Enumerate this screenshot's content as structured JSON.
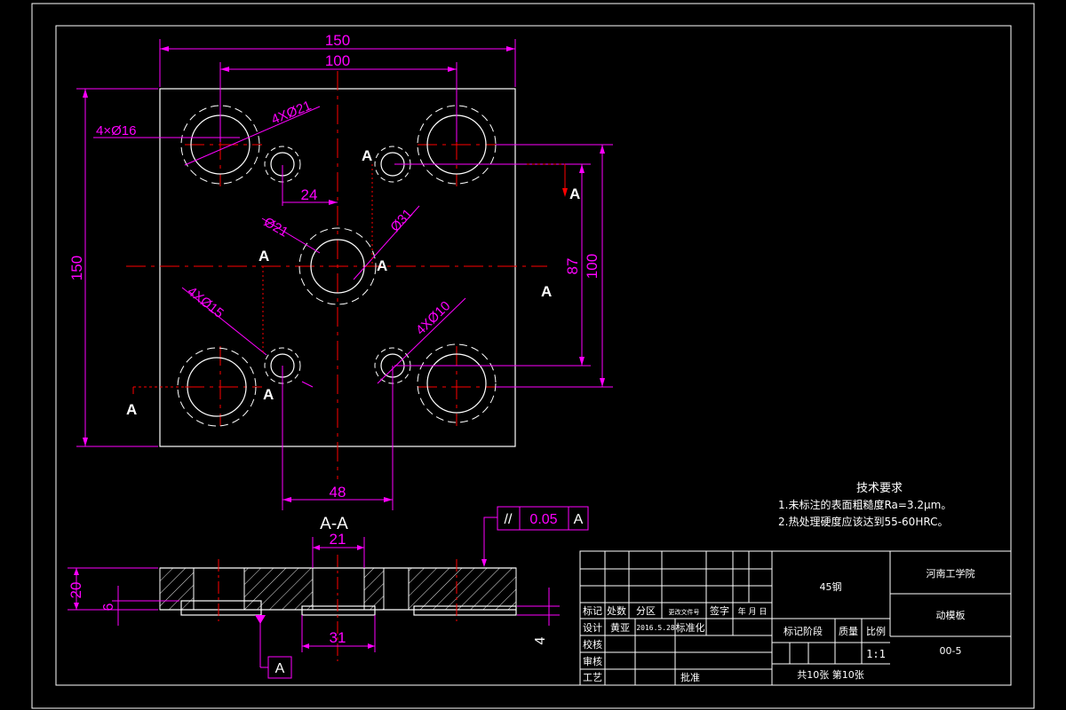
{
  "dimensions": {
    "overall_width": "150",
    "hole_spacing_x": "100",
    "overall_height": "150",
    "hole_spacing_y": "100",
    "inner_spacing_y": "87",
    "top_offset": "24",
    "bottom_spacing": "48",
    "callout_4x16": "4×Ø16",
    "callout_4x21": "4XØ21",
    "callout_d21": "Ø21",
    "callout_d31": "Ø31",
    "callout_4x15": "4XØ15",
    "callout_4x10": "4XØ10",
    "section_21": "21",
    "section_31": "31",
    "section_20": "20",
    "section_6": "6",
    "section_4": "4"
  },
  "section": {
    "label": "A-A",
    "marker": "A",
    "tolerance_symbol": "//",
    "tolerance_value": "0.05",
    "datum": "A"
  },
  "technical_requirements": {
    "title": "技术要求",
    "items": [
      "1.未标注的表面粗糙度Ra=3.2μm。",
      "2.热处理硬度应该达到55-60HRC。"
    ]
  },
  "title_block": {
    "material": "45钢",
    "school": "河南工学院",
    "part_name": "动模板",
    "drawing_no": "00-5",
    "stage_label": "标记阶段",
    "weight_label": "质量",
    "scale_label": "比例",
    "scale": "1:1",
    "sheets": "共10张 第10张",
    "rev_headers": [
      "标记",
      "处数",
      "分区",
      "更改文件号",
      "签字",
      "年 月 日"
    ],
    "design_label": "设计",
    "designer": "黄亚",
    "date": "2016.5.28",
    "standard_label": "标准化",
    "check_label": "校核",
    "review_label": "审核",
    "process_label": "工艺",
    "approve_label": "批准"
  }
}
